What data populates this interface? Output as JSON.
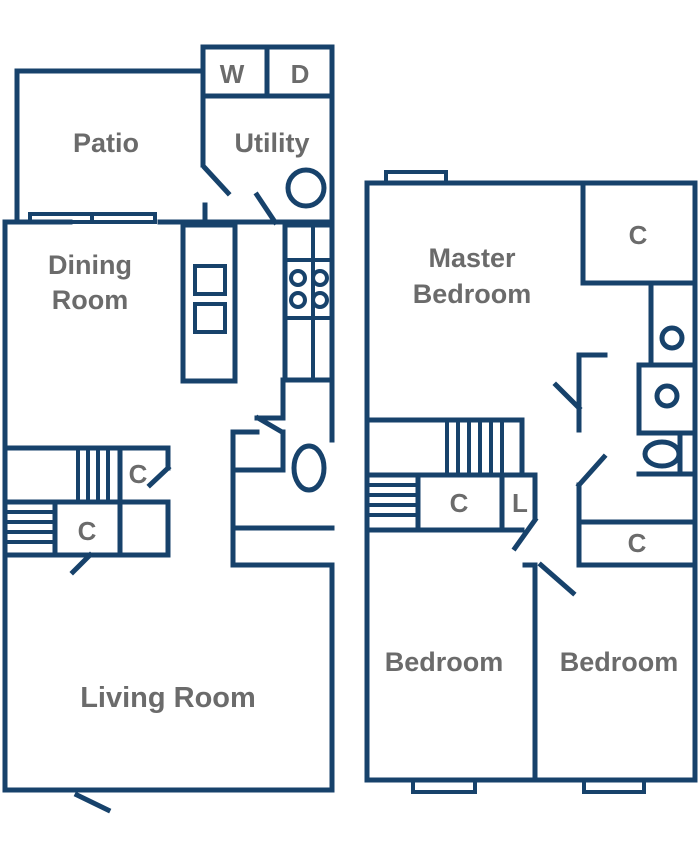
{
  "floorplan": {
    "colors": {
      "wall": "#17426b",
      "label": "#6b6b6b",
      "background": "#ffffff"
    },
    "labels": {
      "washer": "W",
      "dryer": "D",
      "patio": "Patio",
      "utility": "Utility",
      "dining_line1": "Dining",
      "dining_line2": "Room",
      "closet": "C",
      "living": "Living Room",
      "master_line1": "Master",
      "master_line2": "Bedroom",
      "linen": "L",
      "bedroom": "Bedroom"
    }
  }
}
